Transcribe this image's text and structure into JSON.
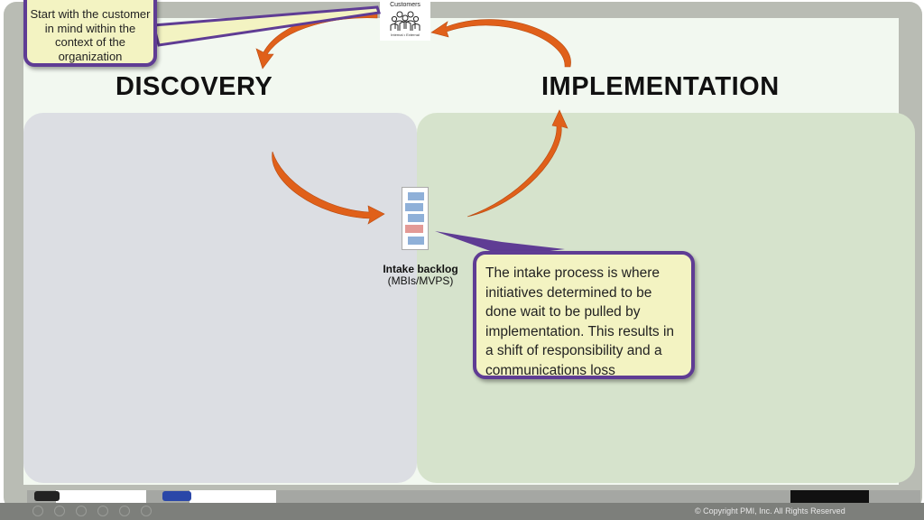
{
  "titles": {
    "discovery": "DISCOVERY",
    "implementation": "IMPLEMENTATION"
  },
  "callouts": {
    "top": "Start with the customer in mind within the context of the organization",
    "main": "The intake process is where initiatives determined to be done wait to be pulled by implementation. This results in a shift of responsibility and a communications loss"
  },
  "customers": {
    "label": "Customers",
    "sub": "Internal • External",
    "icon": "people-group-icon"
  },
  "backlog": {
    "title": "Intake backlog",
    "subtitle": "(MBIs/MVPS)",
    "items": [
      {
        "color": "#8fb0d8"
      },
      {
        "color": "#8fb0d8"
      },
      {
        "color": "#8fb0d8"
      },
      {
        "color": "#e39a96"
      },
      {
        "color": "#8fb0d8"
      }
    ]
  },
  "footer": {
    "copyright": "© Copyright PMI, Inc. All Rights Reserved"
  },
  "colors": {
    "arrow": "#e0601a",
    "callout_border": "#5f3c94",
    "callout_fill": "#f3f3c2",
    "discovery_panel": "#dcdee3",
    "implementation_panel": "#d6e3cc"
  }
}
